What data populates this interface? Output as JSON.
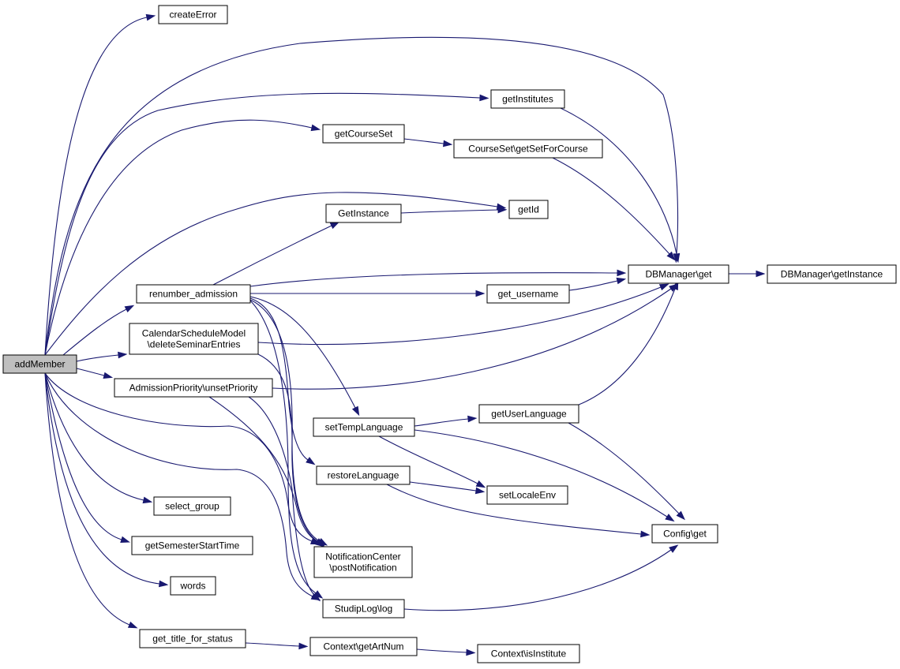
{
  "diagram": {
    "nodes": [
      {
        "id": "addMember",
        "lines": [
          "addMember"
        ],
        "root": true
      },
      {
        "id": "createError",
        "lines": [
          "createError"
        ]
      },
      {
        "id": "getInstitutes",
        "lines": [
          "getInstitutes"
        ]
      },
      {
        "id": "getCourseSet",
        "lines": [
          "getCourseSet"
        ]
      },
      {
        "id": "getSetForCourse",
        "lines": [
          "CourseSet\\getSetForCourse"
        ]
      },
      {
        "id": "getId",
        "lines": [
          "getId"
        ]
      },
      {
        "id": "GetInstance",
        "lines": [
          "GetInstance"
        ]
      },
      {
        "id": "renumber",
        "lines": [
          "renumber_admission"
        ]
      },
      {
        "id": "dbget",
        "lines": [
          "DBManager\\get"
        ]
      },
      {
        "id": "dbinst",
        "lines": [
          "DBManager\\getInstance"
        ]
      },
      {
        "id": "get_username",
        "lines": [
          "get_username"
        ]
      },
      {
        "id": "calendar",
        "lines": [
          "CalendarScheduleModel",
          "\\deleteSeminarEntries"
        ]
      },
      {
        "id": "unsetPriority",
        "lines": [
          "AdmissionPriority\\unsetPriority"
        ]
      },
      {
        "id": "getUserLanguage",
        "lines": [
          "getUserLanguage"
        ]
      },
      {
        "id": "setTempLanguage",
        "lines": [
          "setTempLanguage"
        ]
      },
      {
        "id": "restoreLanguage",
        "lines": [
          "restoreLanguage"
        ]
      },
      {
        "id": "setLocaleEnv",
        "lines": [
          "setLocaleEnv"
        ]
      },
      {
        "id": "select_group",
        "lines": [
          "select_group"
        ]
      },
      {
        "id": "getSemesterStartTime",
        "lines": [
          "getSemesterStartTime"
        ]
      },
      {
        "id": "configget",
        "lines": [
          "Config\\get"
        ]
      },
      {
        "id": "postNotification",
        "lines": [
          "NotificationCenter",
          "\\postNotification"
        ]
      },
      {
        "id": "words",
        "lines": [
          "words"
        ]
      },
      {
        "id": "studiplog",
        "lines": [
          "StudipLog\\log"
        ]
      },
      {
        "id": "get_title",
        "lines": [
          "get_title_for_status"
        ]
      },
      {
        "id": "getArtNum",
        "lines": [
          "Context\\getArtNum"
        ]
      },
      {
        "id": "isInstitute",
        "lines": [
          "Context\\isInstitute"
        ]
      }
    ],
    "edges": [
      [
        "addMember",
        "createError"
      ],
      [
        "addMember",
        "dbget"
      ],
      [
        "addMember",
        "getInstitutes"
      ],
      [
        "addMember",
        "getCourseSet"
      ],
      [
        "addMember",
        "getId"
      ],
      [
        "addMember",
        "renumber"
      ],
      [
        "addMember",
        "calendar"
      ],
      [
        "addMember",
        "unsetPriority"
      ],
      [
        "addMember",
        "postNotification"
      ],
      [
        "addMember",
        "studiplog"
      ],
      [
        "addMember",
        "select_group"
      ],
      [
        "addMember",
        "getSemesterStartTime"
      ],
      [
        "addMember",
        "words"
      ],
      [
        "addMember",
        "get_title"
      ],
      [
        "getInstitutes",
        "dbget"
      ],
      [
        "getCourseSet",
        "getSetForCourse"
      ],
      [
        "getSetForCourse",
        "dbget"
      ],
      [
        "GetInstance",
        "getId"
      ],
      [
        "renumber",
        "GetInstance"
      ],
      [
        "renumber",
        "dbget"
      ],
      [
        "renumber",
        "get_username"
      ],
      [
        "renumber",
        "setTempLanguage"
      ],
      [
        "renumber",
        "restoreLanguage"
      ],
      [
        "renumber",
        "postNotification"
      ],
      [
        "renumber",
        "studiplog"
      ],
      [
        "dbget",
        "dbinst"
      ],
      [
        "get_username",
        "dbget"
      ],
      [
        "calendar",
        "dbget"
      ],
      [
        "calendar",
        "postNotification"
      ],
      [
        "unsetPriority",
        "dbget"
      ],
      [
        "unsetPriority",
        "postNotification"
      ],
      [
        "unsetPriority",
        "studiplog"
      ],
      [
        "getUserLanguage",
        "dbget"
      ],
      [
        "getUserLanguage",
        "configget"
      ],
      [
        "setTempLanguage",
        "getUserLanguage"
      ],
      [
        "setTempLanguage",
        "setLocaleEnv"
      ],
      [
        "setTempLanguage",
        "configget"
      ],
      [
        "restoreLanguage",
        "setLocaleEnv"
      ],
      [
        "restoreLanguage",
        "configget"
      ],
      [
        "studiplog",
        "configget"
      ],
      [
        "get_title",
        "getArtNum"
      ],
      [
        "getArtNum",
        "isInstitute"
      ]
    ]
  }
}
